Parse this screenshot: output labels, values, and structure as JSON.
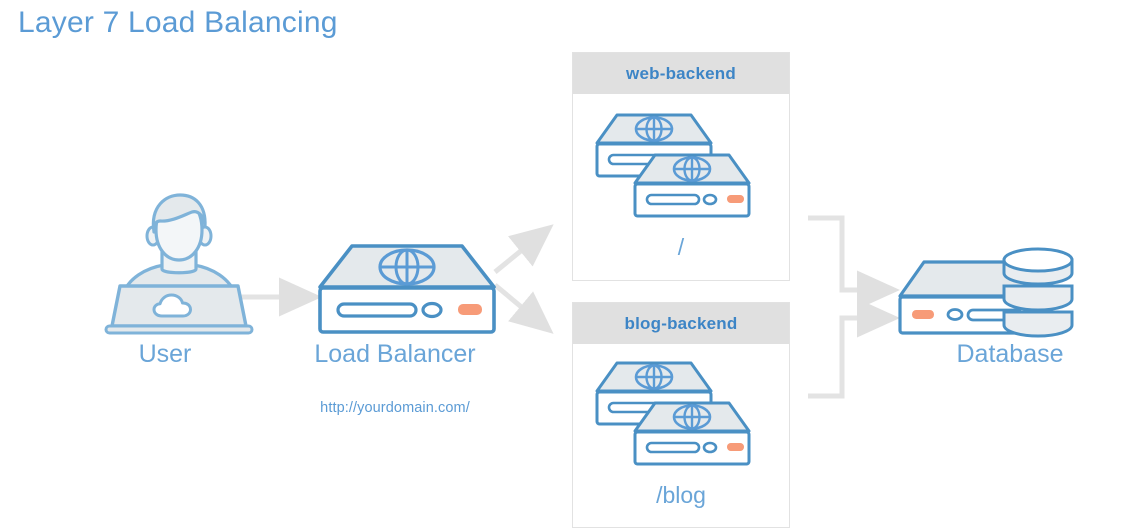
{
  "title": "Layer 7 Load Balancing",
  "colors": {
    "title_blue": "#5b9bd5",
    "label_blue": "#6aa5d8",
    "header_text_blue": "#3d85c6",
    "icon_stroke": "#4a90c4",
    "icon_fill": "#e4e9ec",
    "accent_orange": "#f79b78",
    "arrow_gray": "#e3e3e3",
    "panel_header_bg": "#e0e0e0",
    "panel_border": "#e2e2e2",
    "page_bg": "#ffffff"
  },
  "nodes": {
    "user": {
      "label": "User",
      "icon": "user-laptop-icon"
    },
    "load_balancer": {
      "label": "Load Balancer",
      "url": "http://yourdomain.com/",
      "icon": "server-globe-icon"
    },
    "database": {
      "label": "Database",
      "icon": "database-cylinder-icon"
    }
  },
  "backends": [
    {
      "name": "web-backend",
      "path": "/",
      "server_count": 2,
      "icon": "server-globe-icon"
    },
    {
      "name": "blog-backend",
      "path": "/blog",
      "server_count": 2,
      "icon": "server-globe-icon"
    }
  ],
  "connections": [
    {
      "from": "user",
      "to": "load-balancer",
      "style": "straight-arrow"
    },
    {
      "from": "load-balancer",
      "to": "web-backend",
      "style": "diagonal-arrow-up"
    },
    {
      "from": "load-balancer",
      "to": "blog-backend",
      "style": "diagonal-arrow-down"
    },
    {
      "from": "web-backend",
      "to": "database",
      "style": "elbow-arrow"
    },
    {
      "from": "blog-backend",
      "to": "database",
      "style": "elbow-arrow"
    }
  ]
}
